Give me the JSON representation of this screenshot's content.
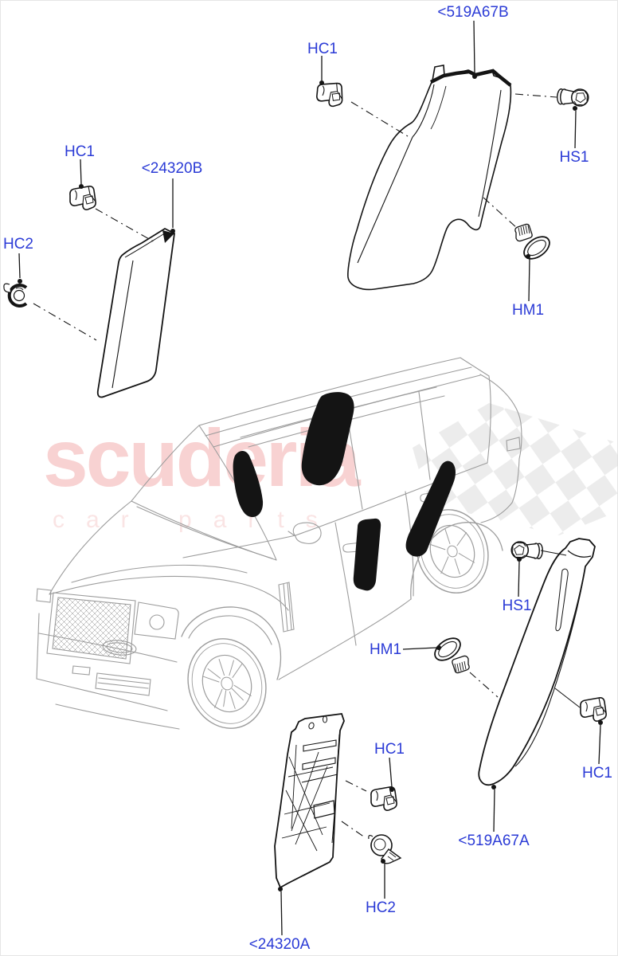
{
  "page": {
    "background": "#ffffff"
  },
  "watermark": {
    "brand": "scuderia",
    "subtitle": "car parts",
    "brand_color": "#f8d2d2",
    "subtitle_color": "#fae4e4",
    "flag_color": "#d9d9d9"
  },
  "diagram_colors": {
    "callout_text": "#2b3bd6",
    "part_ink": "#141414",
    "vehicle_line": "#9c9c9c"
  },
  "callouts": {
    "color": "#2b3bd6",
    "items": [
      {
        "id": "upper-rh-panel",
        "text": "<519A67B"
      },
      {
        "id": "clip-upper-rh",
        "text": "HC1"
      },
      {
        "id": "screw-upper-rh",
        "text": "HS1"
      },
      {
        "id": "bolt-upper-rh",
        "text": "HM1"
      },
      {
        "id": "clip-upper-lh",
        "text": "HC1"
      },
      {
        "id": "upper-lh-panel",
        "text": "<24320B"
      },
      {
        "id": "grommet-upper-lh",
        "text": "HC2"
      },
      {
        "id": "screw-lower-rh",
        "text": "HS1"
      },
      {
        "id": "bolt-lower-rh",
        "text": "HM1"
      },
      {
        "id": "clip-lower-rh",
        "text": "HC1"
      },
      {
        "id": "lower-rh-panel",
        "text": "<519A67A"
      },
      {
        "id": "clip-lower-lh",
        "text": "HC1"
      },
      {
        "id": "grommet-lower-lh",
        "text": "HC2"
      },
      {
        "id": "lower-lh-panel",
        "text": "<24320A"
      }
    ]
  }
}
